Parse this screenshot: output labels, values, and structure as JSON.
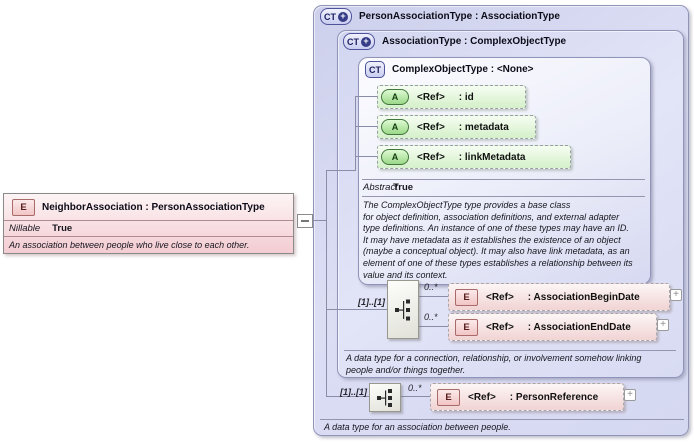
{
  "left_element": {
    "icon": "E",
    "title": "NeighborAssociation : PersonAssociationType",
    "prop_label": "Nillable",
    "prop_value": "True",
    "description": "An association between people who live close to each other."
  },
  "pat": {
    "icon": "CT",
    "expand_badge": "+",
    "title": "PersonAssociationType : AssociationType",
    "footer": "A data type for an association between people.",
    "seq_cardinality": "[1]..[1]",
    "child": {
      "cardinality": "0..*",
      "icon": "E",
      "ref": "<Ref>",
      "name": ": PersonReference",
      "expand": "+"
    }
  },
  "at": {
    "icon": "CT",
    "expand_badge": "+",
    "title": "AssociationType : ComplexObjectType",
    "footer": "A data type for a connection, relationship, or involvement somehow linking\npeople and/or things together.",
    "seq_cardinality": "[1]..[1]",
    "children": [
      {
        "cardinality": "0..*",
        "icon": "E",
        "ref": "<Ref>",
        "name": ": AssociationBeginDate",
        "expand": "+"
      },
      {
        "cardinality": "0..*",
        "icon": "E",
        "ref": "<Ref>",
        "name": ": AssociationEndDate",
        "expand": "+"
      }
    ]
  },
  "cot": {
    "icon": "CT",
    "title": "ComplexObjectType : <None>",
    "attributes": [
      {
        "icon": "A",
        "ref": "<Ref>",
        "name": ": id"
      },
      {
        "icon": "A",
        "ref": "<Ref>",
        "name": ": metadata"
      },
      {
        "icon": "A",
        "ref": "<Ref>",
        "name": ": linkMetadata"
      }
    ],
    "prop_label": "Abstract",
    "prop_value": "True",
    "description": "The ComplexObjectType type provides a base class\nfor object definition, association definitions, and external adapter\ntype definitions. An instance of one of these types may have an ID.\nIt may have metadata as it establishes the existence of an object\n(maybe a conceptual object). It may also have link metadata, as an\nelement of one of these types establishes a relationship between its\nvalue and its context."
  },
  "colors": {
    "container_lavender": "#d6d8f2",
    "type_box": "#ecedf9",
    "attribute_green": "#d4f0c9",
    "element_pink": "#f1d3d3",
    "line_gray": "#8a8da8"
  }
}
